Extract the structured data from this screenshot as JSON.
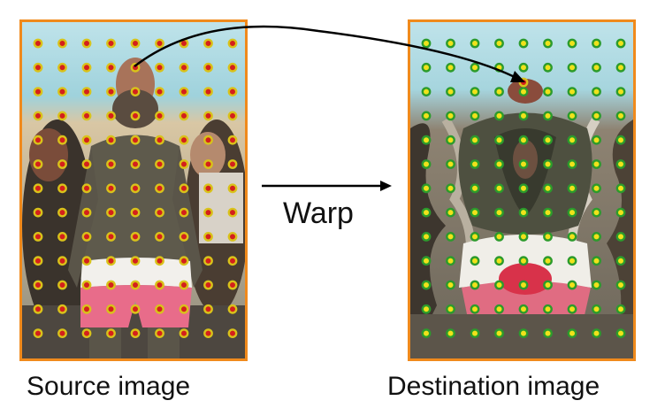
{
  "labels": {
    "source_caption": "Source image",
    "destination_caption": "Destination image",
    "warp": "Warp"
  },
  "colors": {
    "frame": "#f08a1c",
    "source_dot_fill": "#d4201c",
    "source_dot_ring": "#d9c21a",
    "dest_dot_fill": "#f0e21a",
    "dest_dot_ring": "#2c9b2c",
    "arrow": "#000000"
  },
  "grid": {
    "columns": 9,
    "rows": 13
  }
}
